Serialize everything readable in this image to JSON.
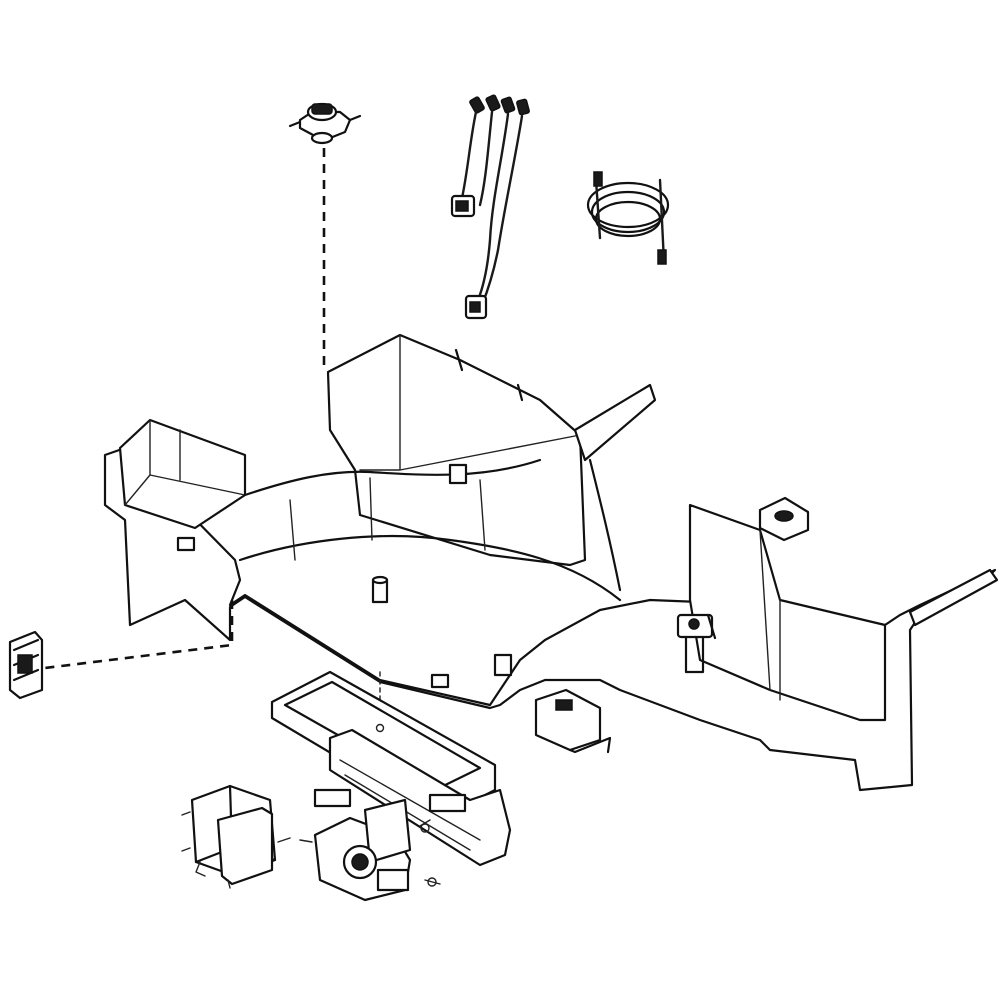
{
  "figure": {
    "type": "exploded-parts-diagram",
    "background": "#ffffff",
    "line_color": "#111111",
    "parts": [
      {
        "name": "thermal-fuse",
        "visible": true
      },
      {
        "name": "wire-harness",
        "visible": true
      },
      {
        "name": "coil-heater-loop",
        "visible": true
      },
      {
        "name": "base-frame-housing",
        "visible": true
      },
      {
        "name": "side-switch-bracket",
        "visible": true
      },
      {
        "name": "rear-bracket-clip",
        "visible": true
      },
      {
        "name": "small-switch-mount",
        "visible": true
      },
      {
        "name": "control-board-tray",
        "visible": true
      },
      {
        "name": "transformer",
        "visible": true
      },
      {
        "name": "timer-motor-assembly",
        "visible": true
      }
    ]
  }
}
